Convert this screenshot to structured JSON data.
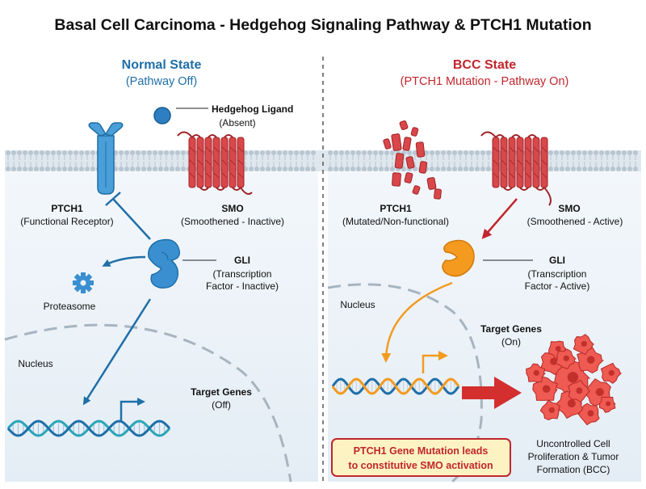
{
  "title": "Basal Cell Carcinoma - Hedgehog Signaling Pathway & PTCH1 Mutation",
  "left": {
    "heading": "Normal State",
    "subheading": "(Pathway Off)",
    "ligand_label": "Hedgehog Ligand",
    "ligand_sub": "(Absent)",
    "ptch1_label": "PTCH1",
    "ptch1_sub": "(Functional Receptor)",
    "smo_label": "SMO",
    "smo_sub": "(Smoothened - Inactive)",
    "gli_label": "GLI",
    "gli_sub1": "(Transcription",
    "gli_sub2": "Factor - Inactive)",
    "proteasome_label": "Proteasome",
    "nucleus_label": "Nucleus",
    "genes_label": "Target Genes",
    "genes_sub": "(Off)"
  },
  "right": {
    "heading": "BCC State",
    "subheading": "(PTCH1 Mutation - Pathway On)",
    "ptch1_label": "PTCH1",
    "ptch1_sub": "(Mutated/Non-functional)",
    "smo_label": "SMO",
    "smo_sub": "(Smoothened - Active)",
    "gli_label": "GLI",
    "gli_sub1": "(Transcription",
    "gli_sub2": "Factor - Active)",
    "nucleus_label": "Nucleus",
    "genes_label": "Target Genes",
    "genes_sub": "(On)",
    "mutation_line1": "PTCH1 Gene Mutation leads",
    "mutation_line2": "to constitutive SMO activation",
    "tumor_line1": "Uncontrolled Cell",
    "tumor_line2": "Proliferation & Tumor",
    "tumor_line3": "Formation (BCC)"
  },
  "colors": {
    "normal_blue": "#1f6fa8",
    "bcc_red": "#c0262c",
    "receptor_blue": "#4a9fd8",
    "smo_red": "#d9474a",
    "gli_orange": "#f39a1f",
    "membrane": "#b8c6d2",
    "cytoplasm": "#eaf1f7"
  }
}
